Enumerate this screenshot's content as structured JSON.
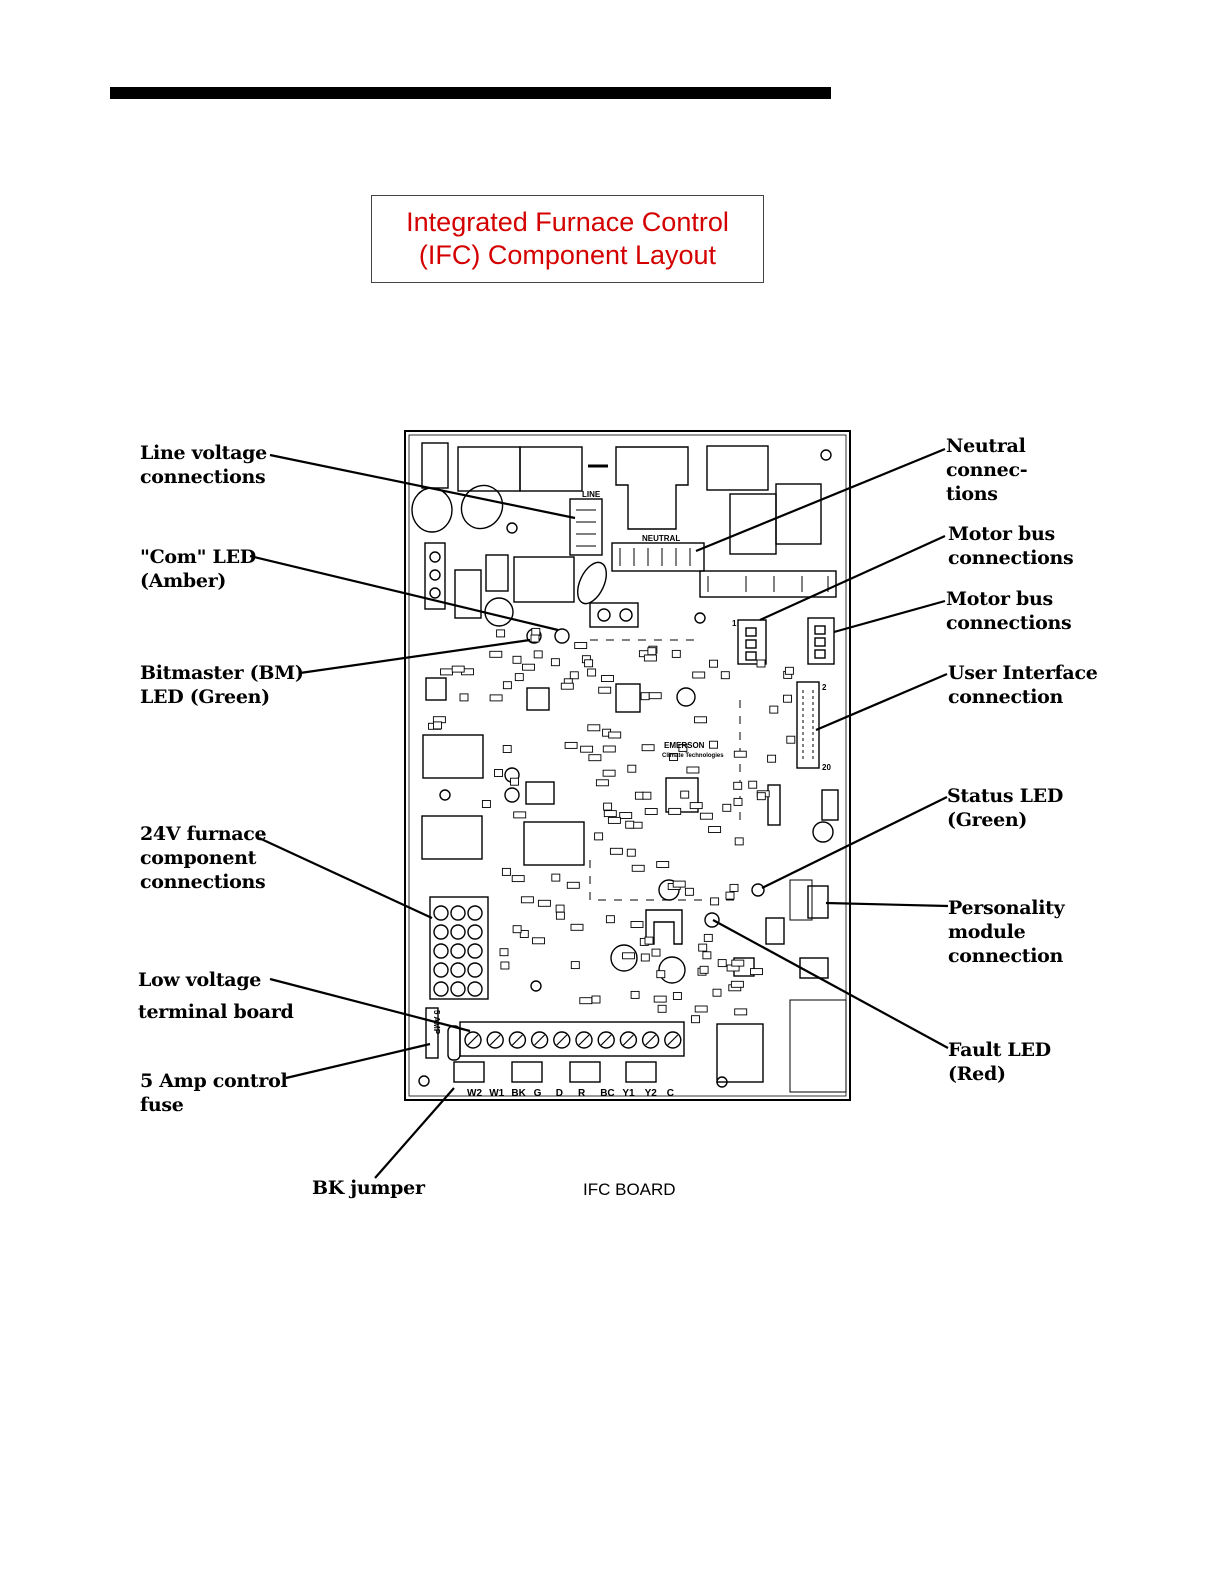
{
  "title": {
    "line1": "Integrated Furnace Control",
    "line2": "(IFC) Component Layout",
    "color": "#d40000"
  },
  "caption": "IFC BOARD",
  "board_text": {
    "line": "LINE",
    "neutral": "NEUTRAL",
    "brand": "EMERSON",
    "brand_sub": "Climate Technologies",
    "fuse": "5 AMP",
    "ui_pin_start": "2",
    "ui_pin_end": "20",
    "motor_pin": "1"
  },
  "terminals": [
    "W2",
    "W1",
    "BK",
    "G",
    "D",
    "R",
    "BC",
    "Y1",
    "Y2",
    "C"
  ],
  "labels": {
    "line_voltage": [
      "Line voltage",
      "connections"
    ],
    "com_led": [
      "\"Com\" LED",
      "(Amber)"
    ],
    "bitmaster": [
      "Bitmaster (BM)",
      "LED (Green)"
    ],
    "furnace_24v": [
      "24V furnace",
      "component",
      "connections"
    ],
    "low_voltage": [
      "Low voltage",
      "terminal board"
    ],
    "fuse": [
      "5 Amp control",
      "fuse"
    ],
    "bk_jumper": [
      "BK jumper"
    ],
    "neutral": [
      "Neutral",
      "connec-",
      "tions"
    ],
    "motor_bus_1": [
      "Motor bus",
      "connections"
    ],
    "motor_bus_2": [
      "Motor bus",
      "connections"
    ],
    "user_interface": [
      "User Interface",
      "connection"
    ],
    "status_led": [
      "Status LED",
      "(Green)"
    ],
    "personality": [
      "Personality",
      "module",
      "connection"
    ],
    "fault_led": [
      "Fault LED",
      "(Red)"
    ]
  }
}
